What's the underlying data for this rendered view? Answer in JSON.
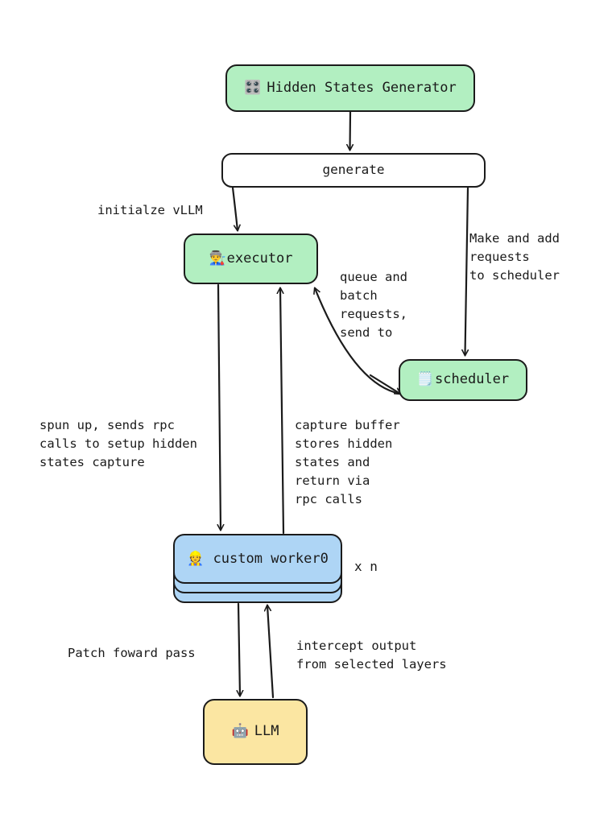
{
  "diagram": {
    "title": "Hidden States Generator vLLM architecture flow",
    "background": "#ffffff",
    "colors": {
      "green_node": "#b2efc1",
      "blue_node": "#aed5f5",
      "yellow_node": "#fbe6a2",
      "white_node": "#ffffff",
      "stroke": "#1b1b1b",
      "text": "#1a1a1a"
    }
  },
  "nodes": {
    "hidden_states_generator": {
      "label": "Hidden States Generator",
      "icon": "control-knobs",
      "icon_glyph": "🎛️",
      "fill": "#b2efc1"
    },
    "generate": {
      "label": "generate",
      "fill": "#ffffff"
    },
    "executor": {
      "label": "executor",
      "icon": "factory-worker",
      "icon_glyph": "👨‍🏭",
      "fill": "#b2efc1"
    },
    "scheduler": {
      "label": "scheduler",
      "icon": "spiral-notepad",
      "icon_glyph": "🗒️",
      "fill": "#b2efc1"
    },
    "custom_worker": {
      "label": "custom worker0",
      "icon": "construction-worker",
      "icon_glyph": "👷",
      "fill": "#aed5f5",
      "stack_count": 3,
      "multiplicity": "x n"
    },
    "llm": {
      "label": "LLM",
      "icon": "robot",
      "icon_glyph": "🤖",
      "fill": "#fbe6a2"
    }
  },
  "edges": [
    {
      "id": "generator-to-generate",
      "from": "hidden_states_generator",
      "to": "generate",
      "label": "",
      "direction": "down"
    },
    {
      "id": "generate-to-executor",
      "from": "generate",
      "to": "executor",
      "label": "initialze vLLM",
      "direction": "down"
    },
    {
      "id": "generate-to-scheduler",
      "from": "generate",
      "to": "scheduler",
      "label": "Make and add\nrequests\nto scheduler",
      "direction": "down"
    },
    {
      "id": "executor-scheduler",
      "from": "executor",
      "to": "scheduler",
      "label": "queue and\nbatch\nrequests,\nsend to",
      "direction": "both"
    },
    {
      "id": "executor-to-worker",
      "from": "executor",
      "to": "custom_worker",
      "label": "spun up, sends rpc\ncalls to setup hidden\nstates capture",
      "direction": "down"
    },
    {
      "id": "worker-to-executor",
      "from": "custom_worker",
      "to": "executor",
      "label": "capture buffer\nstores hidden\nstates and\nreturn via\nrpc calls",
      "direction": "up"
    },
    {
      "id": "worker-to-llm",
      "from": "custom_worker",
      "to": "llm",
      "label": "Patch foward pass",
      "direction": "down"
    },
    {
      "id": "llm-to-worker",
      "from": "llm",
      "to": "custom_worker",
      "label": "intercept output\nfrom selected layers",
      "direction": "up"
    }
  ],
  "labels": {
    "initialize_vllm": "initialze vLLM",
    "make_add_requests": "Make and add\nrequests\nto scheduler",
    "queue_batch": "queue and\nbatch\nrequests,\nsend to",
    "spun_up": "spun up, sends rpc\ncalls to setup hidden\nstates capture",
    "capture_buffer": "capture buffer\nstores hidden\nstates and\nreturn via\nrpc calls",
    "times_n": "x n",
    "patch_forward": "Patch foward pass",
    "intercept_output": "intercept output\nfrom selected layers"
  }
}
